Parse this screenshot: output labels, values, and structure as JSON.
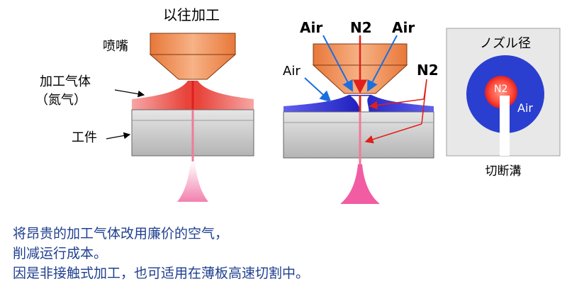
{
  "left_panel": {
    "title": "以往加工",
    "nozzle_label": "喷嘴",
    "gas_label_line1": "加工气体",
    "gas_label_line2": "（氮气）",
    "workpiece_label": "工件"
  },
  "center_panel": {
    "air_left": "Air",
    "n2_top": "N2",
    "air_right": "Air",
    "air_side": "Air",
    "n2_side": "N2"
  },
  "right_panel": {
    "nozzle_diameter_label": "ノズル径",
    "n2_label": "N2",
    "air_label": "Air",
    "kerf_label": "切断溝"
  },
  "caption": {
    "line1": "将昂贵的加工气体改用廉价的空气，",
    "line2": "削减运行成本。",
    "line3": "因是非接触式加工，也可适用在薄板高速切割中。"
  },
  "colors": {
    "nozzle": "#f08a4b",
    "air_flow": "#3a3ae0",
    "n2_flow": "#e8443a",
    "workpiece": "#cfcfcf",
    "beam": "#f0a0b8",
    "caption_text": "#1f3f8f"
  }
}
